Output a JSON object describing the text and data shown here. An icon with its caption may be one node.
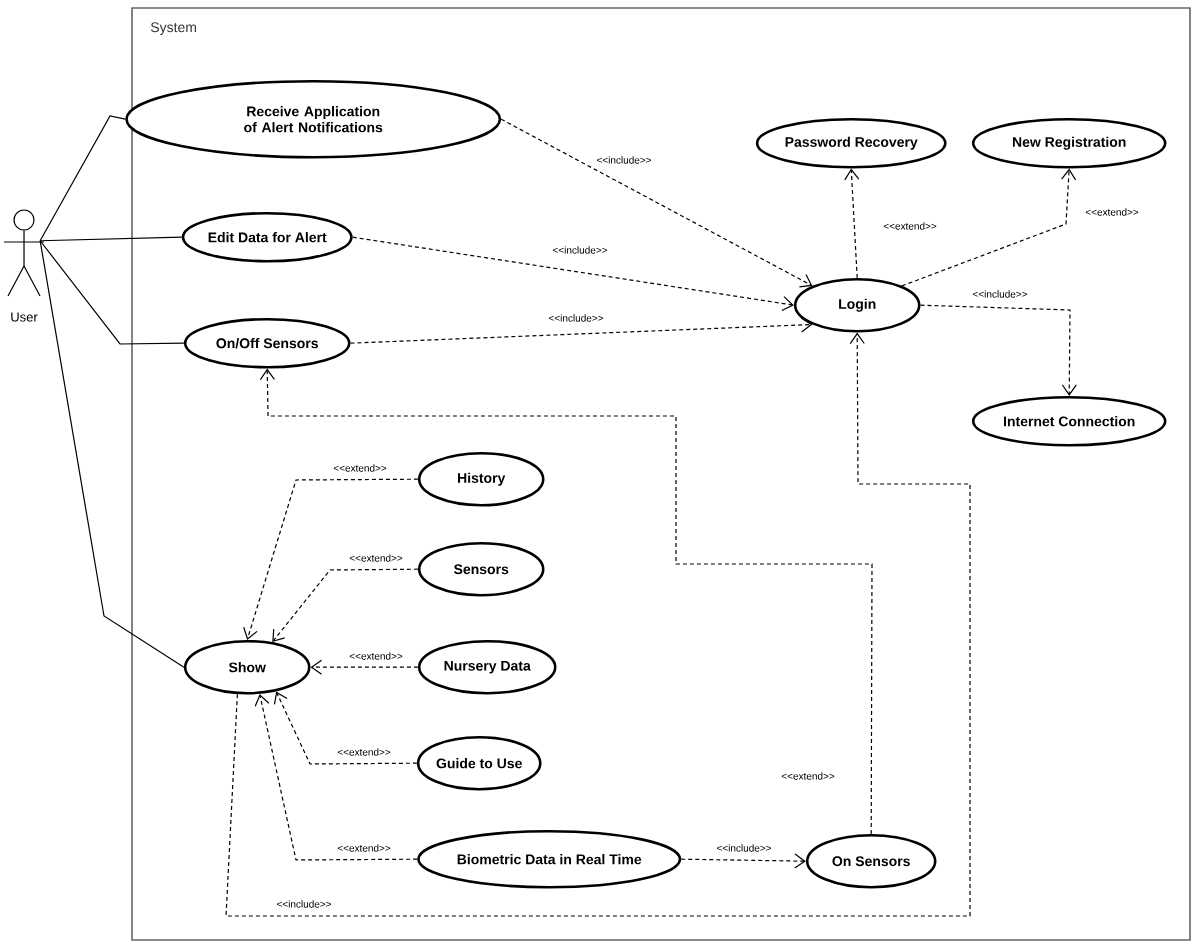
{
  "diagram": {
    "nodes": [
      {
        "text": [
          "System"
        ]
      },
      {
        "text": [
          "User"
        ]
      },
      {
        "text": [
          "Receive Application of Alert Notifications"
        ],
        "in": 0
      },
      {
        "text": [
          "Edit Data for Alert"
        ],
        "in": 0
      },
      {
        "text": [
          "On/Off Sensors"
        ],
        "in": 0
      },
      {
        "text": [
          "Password Recovery"
        ],
        "in": 0
      },
      {
        "text": [
          "New Registration"
        ],
        "in": 0
      },
      {
        "text": [
          "Login"
        ],
        "in": 0
      },
      {
        "text": [
          "Internet Connection"
        ],
        "in": 0
      },
      {
        "text": [
          "History"
        ],
        "in": 0
      },
      {
        "text": [
          "Sensors"
        ],
        "in": 0
      },
      {
        "text": [
          "Nursery Data"
        ],
        "in": 0
      },
      {
        "text": [
          "Show"
        ],
        "in": 0
      },
      {
        "text": [
          "Guide to Use"
        ],
        "in": 0
      },
      {
        "text": [
          "Biometric Data in Real Time"
        ],
        "in": 0
      },
      {
        "text": [
          "On Sensors"
        ],
        "in": 0
      }
    ],
    "edges": [
      {
        "from": 1,
        "to": 2,
        "arrow": "none"
      },
      {
        "from": 1,
        "to": 3,
        "arrow": "none"
      },
      {
        "from": 1,
        "to": 4,
        "arrow": "none"
      },
      {
        "from": 1,
        "to": 12,
        "arrow": "none"
      },
      {
        "from": 2,
        "to": 7,
        "arrow": "to",
        "style": "dashed",
        "label": "<<include>>"
      },
      {
        "from": 3,
        "to": 7,
        "arrow": "to",
        "style": "dashed",
        "label": "<<include>>"
      },
      {
        "from": 4,
        "to": 7,
        "arrow": "to",
        "style": "dashed",
        "label": "<<include>>"
      },
      {
        "from": 7,
        "to": 5,
        "arrow": "to",
        "style": "dashed",
        "label": "<<extend>>"
      },
      {
        "from": 7,
        "to": 6,
        "arrow": "to",
        "style": "dashed",
        "label": "<<extend>>"
      },
      {
        "from": 7,
        "to": 8,
        "arrow": "to",
        "style": "dashed",
        "label": "<<include>>"
      },
      {
        "from": 9,
        "to": 12,
        "arrow": "to",
        "style": "dashed",
        "label": "<<extend>>"
      },
      {
        "from": 10,
        "to": 12,
        "arrow": "to",
        "style": "dashed",
        "label": "<<extend>>"
      },
      {
        "from": 11,
        "to": 12,
        "arrow": "to",
        "style": "dashed",
        "label": "<<extend>>"
      },
      {
        "from": 13,
        "to": 12,
        "arrow": "to",
        "style": "dashed",
        "label": "<<extend>>"
      },
      {
        "from": 14,
        "to": 12,
        "arrow": "to",
        "style": "dashed",
        "label": "<<extend>>"
      },
      {
        "from": 14,
        "to": 15,
        "arrow": "to",
        "style": "dashed",
        "label": "<<include>>"
      },
      {
        "from": 15,
        "to": 4,
        "arrow": "to",
        "style": "dashed",
        "label": "<<extend>>"
      },
      {
        "from": 12,
        "to": 7,
        "arrow": "to",
        "style": "dashed",
        "label": "<<include>>"
      }
    ]
  }
}
